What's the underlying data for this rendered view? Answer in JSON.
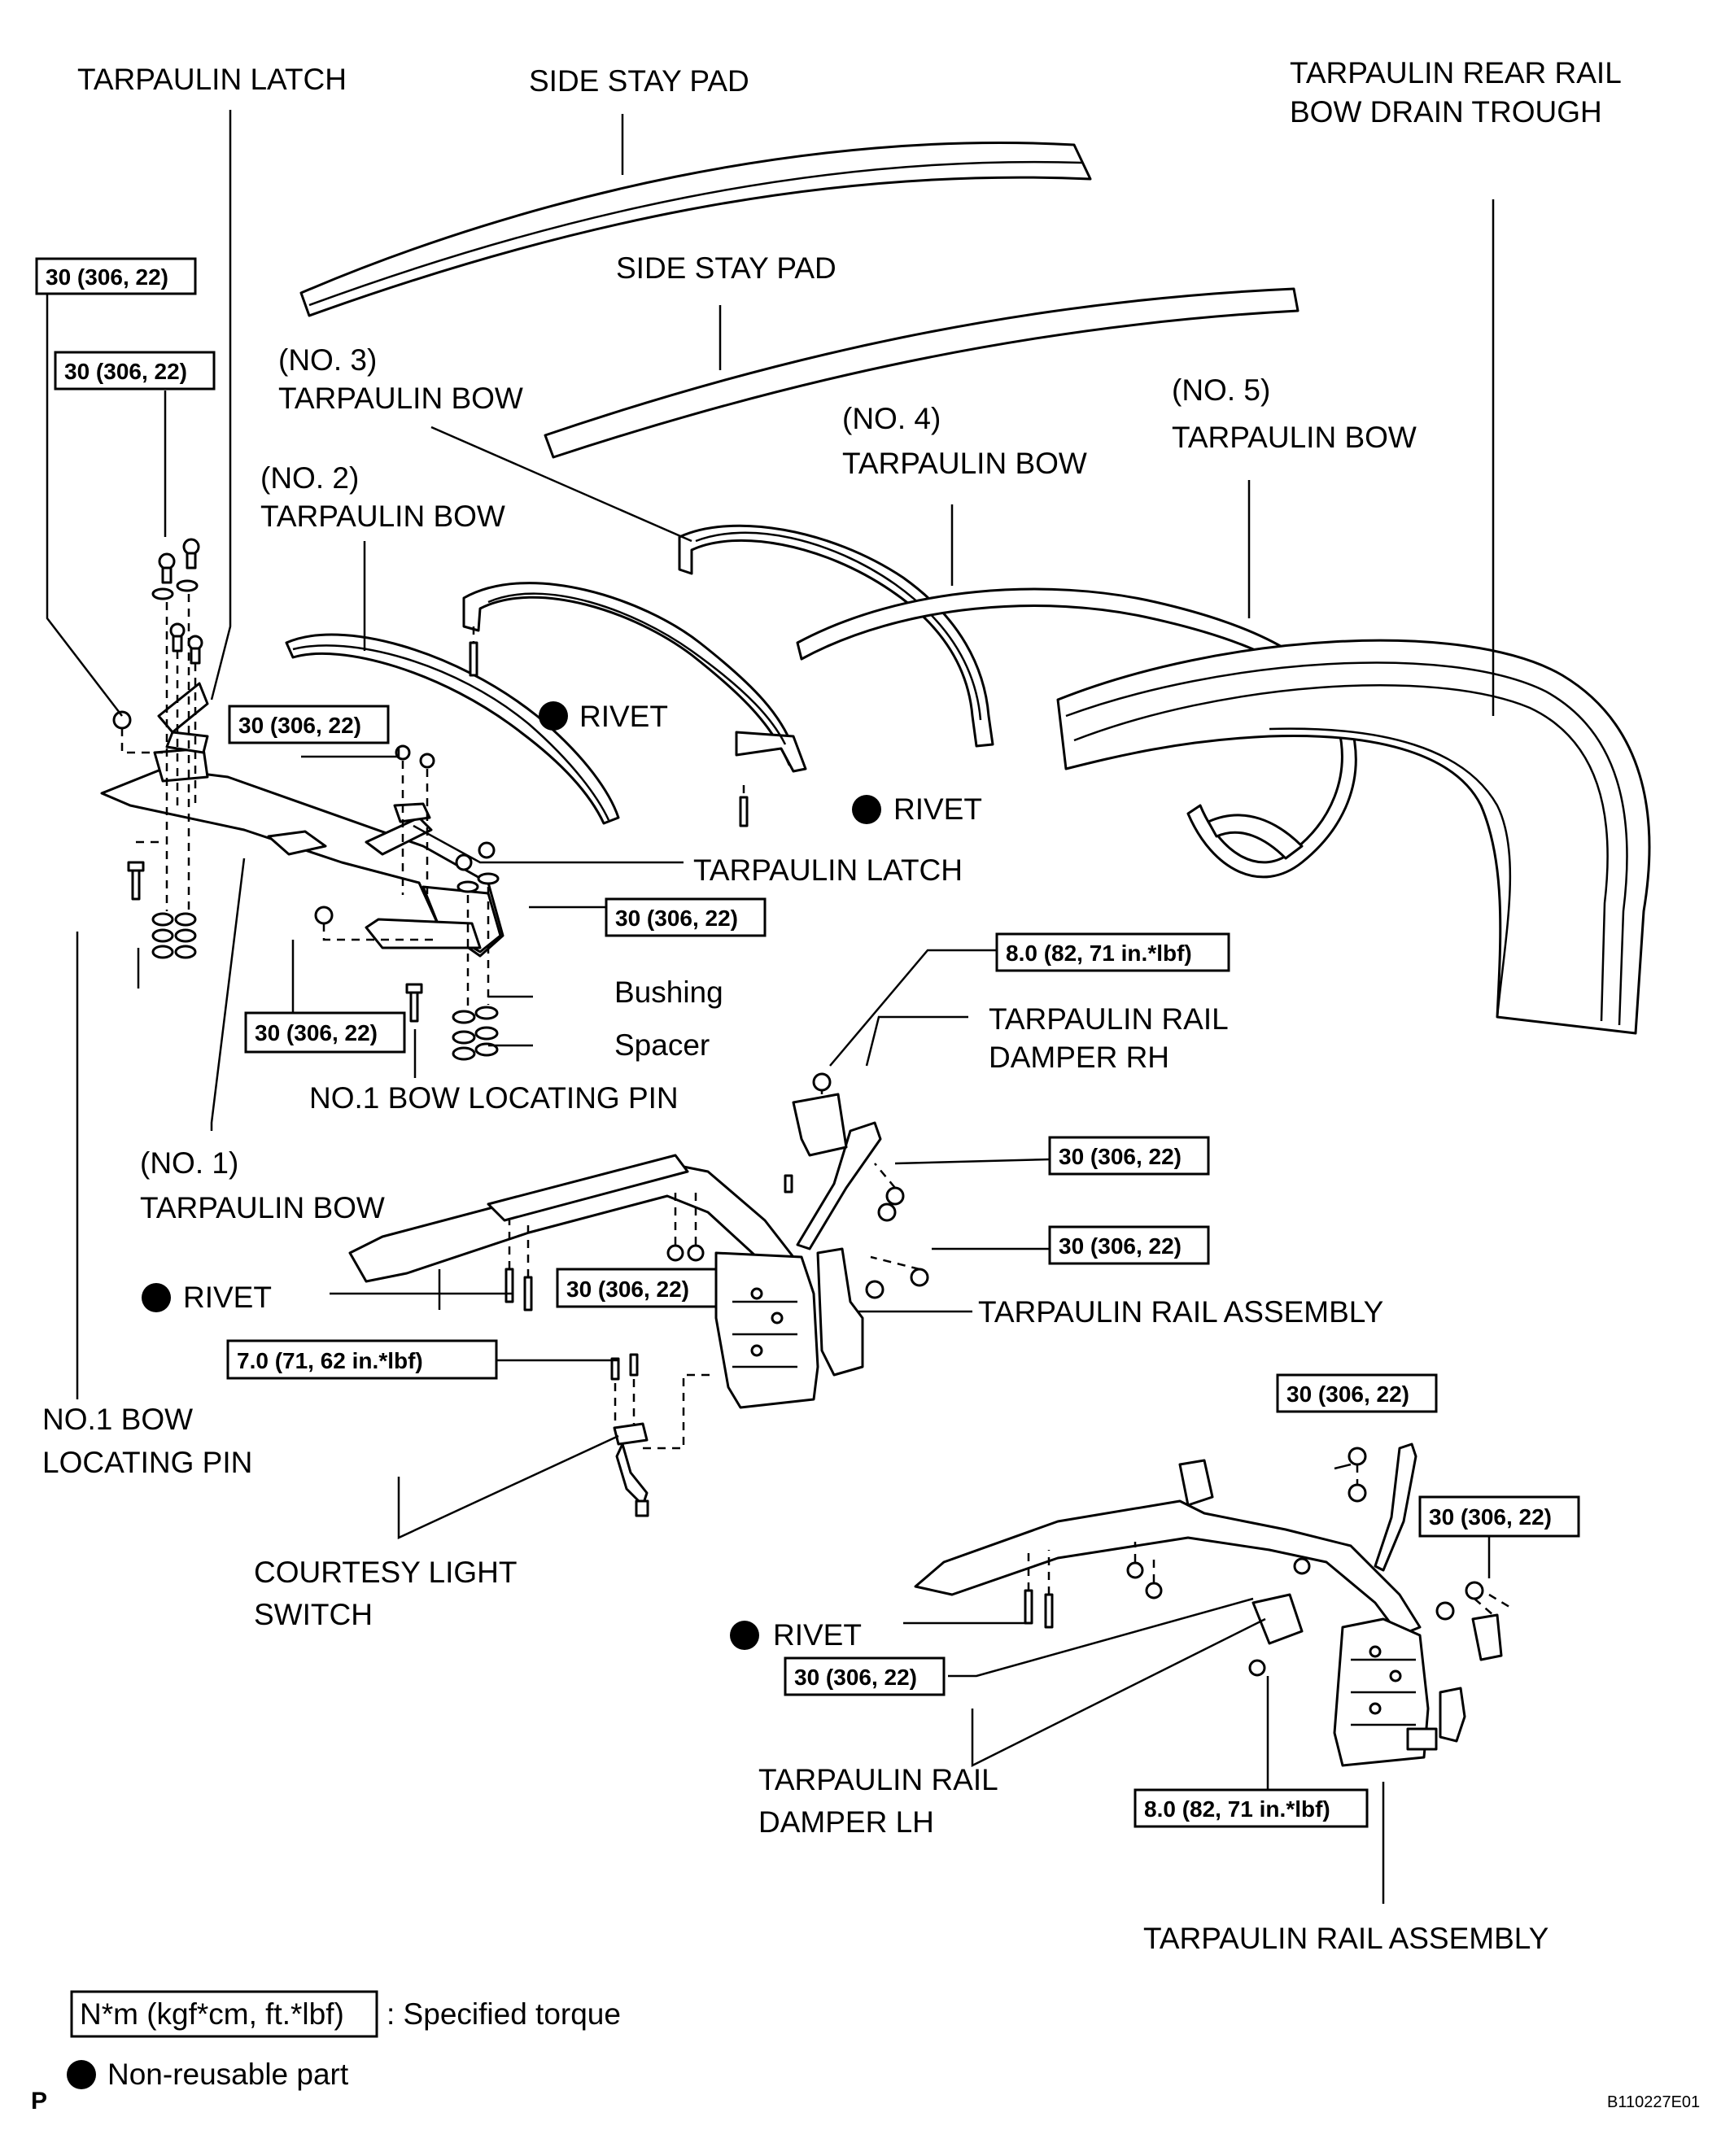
{
  "labels": {
    "tarpaulin_latch_top": "TARPAULIN LATCH",
    "side_stay_pad_1": "SIDE STAY PAD",
    "side_stay_pad_2": "SIDE STAY PAD",
    "rear_rail_line1": "TARPAULIN REAR RAIL",
    "rear_rail_line2": "BOW DRAIN TROUGH",
    "bow3_line1": "(NO. 3)",
    "bow3_line2": "TARPAULIN BOW",
    "bow2_line1": "(NO. 2)",
    "bow2_line2": "TARPAULIN BOW",
    "bow4_line1": "(NO. 4)",
    "bow4_line2": "TARPAULIN BOW",
    "bow5_line1": "(NO. 5)",
    "bow5_line2": "TARPAULIN BOW",
    "rivet_1": "RIVET",
    "rivet_2": "RIVET",
    "rivet_3": "RIVET",
    "rivet_4": "RIVET",
    "tarpaulin_latch_mid": "TARPAULIN LATCH",
    "bushing": "Bushing",
    "spacer": "Spacer",
    "no1_pin_mid": "NO.1 BOW LOCATING PIN",
    "damper_rh_line1": "TARPAULIN RAIL",
    "damper_rh_line2": "DAMPER RH",
    "bow1_line1": "(NO. 1)",
    "bow1_line2": "TARPAULIN BOW",
    "rail_assembly_1": "TARPAULIN RAIL ASSEMBLY",
    "no1_pin_left_line1": "NO.1 BOW",
    "no1_pin_left_line2": "LOCATING PIN",
    "courtesy_line1": "COURTESY LIGHT",
    "courtesy_line2": "SWITCH",
    "damper_lh_line1": "TARPAULIN RAIL",
    "damper_lh_line2": "DAMPER LH",
    "rail_assembly_2": "TARPAULIN RAIL ASSEMBLY"
  },
  "torques": {
    "t1": "30 (306, 22)",
    "t2": "30 (306, 22)",
    "t3": "30 (306, 22)",
    "t4": "30 (306, 22)",
    "t5": "30 (306, 22)",
    "t6": "8.0 (82, 71 in.*lbf)",
    "t7": "30 (306, 22)",
    "t8": "30 (306, 22)",
    "t9": "30 (306, 22)",
    "t10": "7.0 (71, 62 in.*lbf)",
    "t11": "30 (306, 22)",
    "t12": "30 (306, 22)",
    "t13": "30 (306, 22)",
    "t14": "8.0 (82, 71 in.*lbf)"
  },
  "legend": {
    "torque_box": "N*m (kgf*cm, ft.*lbf)",
    "torque_desc": ": Specified torque",
    "nonreusable_desc": "Non-reusable part"
  },
  "corner_mark": "P",
  "figure_code": "B110227E01"
}
